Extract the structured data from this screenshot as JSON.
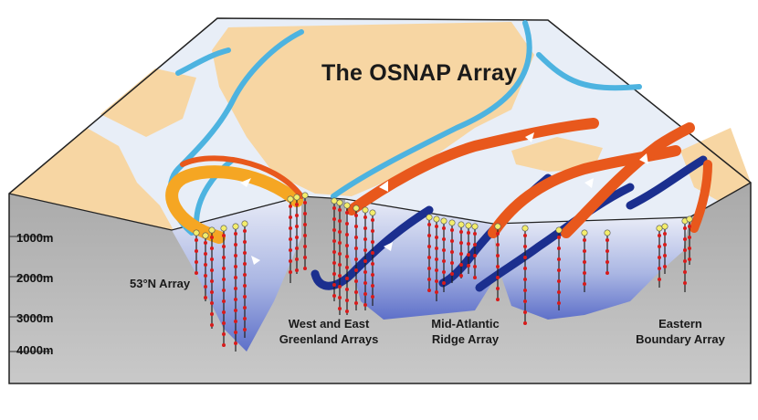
{
  "title": "The OSNAP Array",
  "depth_labels": [
    "1000m",
    "2000m",
    "3000m",
    "4000m"
  ],
  "arrays": {
    "a53n": "53°N Array",
    "west_east_greenland": "West and East Greenland Arrays",
    "mid_atlantic": "Mid-Atlantic Ridge Array",
    "eastern_boundary": "Eastern Boundary Array"
  },
  "colors": {
    "land": "#f7d6a3",
    "sea_ice": "#e8eef7",
    "section_gray": "#b8b8b8",
    "cold_current": "#4db3e0",
    "deep_current": "#1b2f8f",
    "warm_current": "#e8581c",
    "warm_light": "#f5a623",
    "mooring": "#d81b1b",
    "float": "#f3ed6c"
  }
}
